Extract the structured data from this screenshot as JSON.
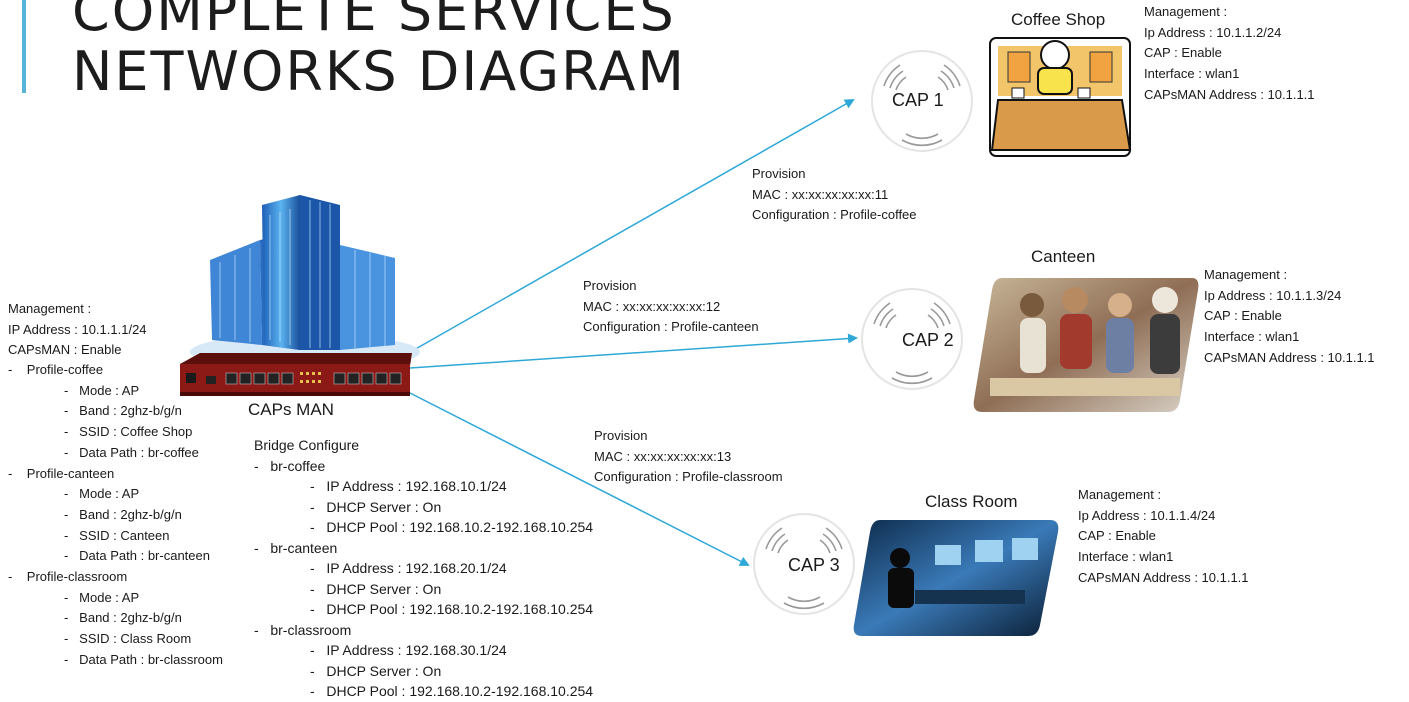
{
  "title": {
    "line1": "COMPLETE SERVICES",
    "line2": "NETWORKS DIAGRAM"
  },
  "capsman": {
    "label": "CAPs MAN",
    "management": [
      "Management :",
      "IP Address : 10.1.1.1/24",
      "CAPsMAN : Enable"
    ],
    "profiles": [
      {
        "name": "Profile-coffee",
        "items": [
          "Mode : AP",
          "Band : 2ghz-b/g/n",
          "SSID : Coffee Shop",
          "Data Path : br-coffee"
        ]
      },
      {
        "name": "Profile-canteen",
        "items": [
          "Mode : AP",
          "Band : 2ghz-b/g/n",
          "SSID : Canteen",
          "Data Path : br-canteen"
        ]
      },
      {
        "name": "Profile-classroom",
        "items": [
          "Mode : AP",
          "Band : 2ghz-b/g/n",
          "SSID : Class Room",
          "Data Path : br-classroom"
        ]
      }
    ],
    "bridge": {
      "heading": "Bridge Configure",
      "bridges": [
        {
          "name": "br-coffee",
          "items": [
            "IP Address : 192.168.10.1/24",
            "DHCP Server : On",
            "DHCP Pool : 192.168.10.2-192.168.10.254"
          ]
        },
        {
          "name": "br-canteen",
          "items": [
            "IP Address : 192.168.20.1/24",
            "DHCP Server : On",
            "DHCP Pool : 192.168.10.2-192.168.10.254"
          ]
        },
        {
          "name": "br-classroom",
          "items": [
            "IP Address : 192.168.30.1/24",
            "DHCP Server : On",
            "DHCP Pool : 192.168.10.2-192.168.10.254"
          ]
        }
      ]
    }
  },
  "provisions": [
    {
      "lines": [
        "Provision",
        "MAC : xx:xx:xx:xx:xx:11",
        "Configuration : Profile-coffee"
      ]
    },
    {
      "lines": [
        "Provision",
        "MAC : xx:xx:xx:xx:xx:12",
        "Configuration : Profile-canteen"
      ]
    },
    {
      "lines": [
        "Provision",
        "MAC : xx:xx:xx:xx:xx:13",
        "Configuration : Profile-classroom"
      ]
    }
  ],
  "caps": [
    {
      "label": "CAP 1",
      "site": "Coffee Shop",
      "management": [
        "Management :",
        "Ip Address : 10.1.1.2/24",
        "CAP : Enable",
        "Interface : wlan1",
        "CAPsMAN Address : 10.1.1.1"
      ]
    },
    {
      "label": "CAP 2",
      "site": "Canteen",
      "management": [
        "Management :",
        "Ip Address : 10.1.1.3/24",
        "CAP : Enable",
        "Interface : wlan1",
        "CAPsMAN Address : 10.1.1.1"
      ]
    },
    {
      "label": "CAP 3",
      "site": "Class Room",
      "management": [
        "Management :",
        "Ip Address : 10.1.1.4/24",
        "CAP : Enable",
        "Interface : wlan1",
        "CAPsMAN Address : 10.1.1.1"
      ]
    }
  ],
  "colors": {
    "link": "#2ea8d8",
    "accent": "#56b5d8",
    "router": "#8b1a17"
  }
}
